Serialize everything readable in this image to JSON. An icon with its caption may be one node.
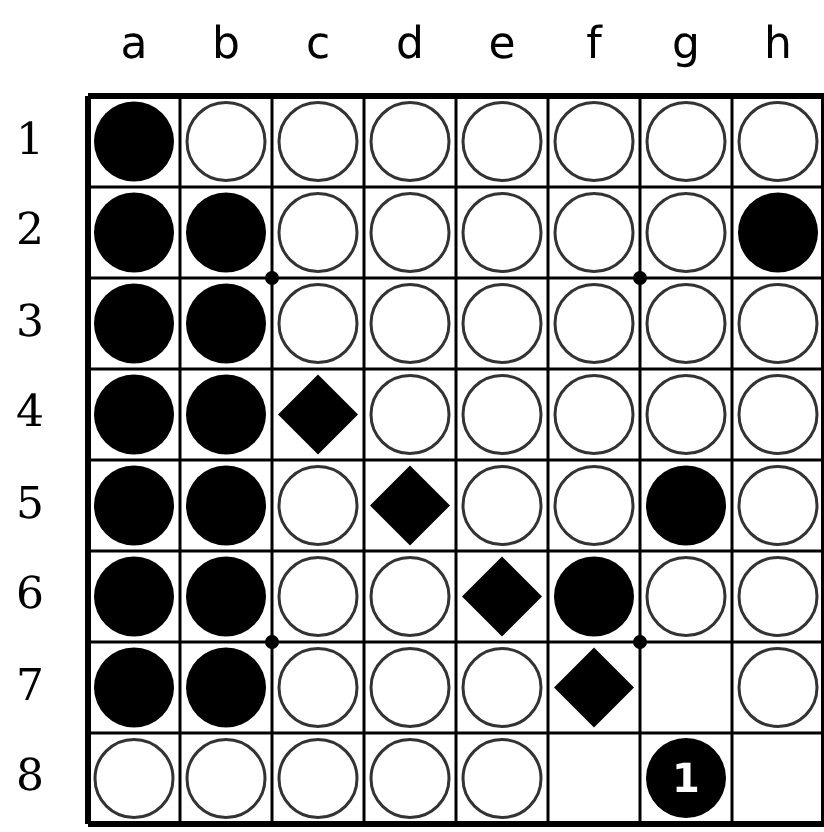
{
  "diagram": {
    "nodes": [
      {
        "text": [
          "1"
        ]
      }
    ],
    "labels": [
      "a",
      "b",
      "c",
      "d",
      "e",
      "f",
      "g",
      "h",
      "1",
      "2",
      "3",
      "4",
      "5",
      "6",
      "7",
      "8"
    ]
  }
}
